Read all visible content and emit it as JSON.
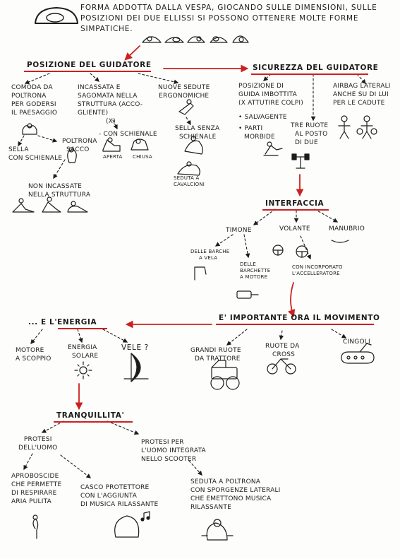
{
  "intro": {
    "lines": [
      "Forma addotta dalla vespa, giocando sulle dimensioni, sulle",
      "posizioni dei due ellissi si possono ottenere molte forme",
      "simpatiche."
    ]
  },
  "colors": {
    "ink": "#1c1c1c",
    "underline": "#cc2020",
    "arrow": "#cc2020"
  },
  "sections": {
    "posizione": {
      "title": "Posizione del guidatore",
      "col1": {
        "lines": [
          "Comoda da",
          "poltrona",
          "per godersi",
          "il paesaggio"
        ]
      },
      "col2": {
        "lines": [
          "Incassata e",
          "sagomata nella",
          "struttura (acco-",
          "gliente)"
        ],
        "mark": "(x)"
      },
      "col2b": "- con schienale",
      "aperta": "aperta",
      "chiusa": "chiusa",
      "col3": {
        "lines": [
          "Nuove sedute",
          "ergonomiche"
        ]
      },
      "sella_schienale": [
        "Sella senza",
        "schienale"
      ],
      "seduta_cavalcioni": [
        "Seduta a",
        "cavalcioni"
      ],
      "sella_con": [
        "Sella",
        "con schienale"
      ],
      "poltrona_sacco": [
        "Poltrona",
        "sacco"
      ],
      "non_incassate": [
        "Non incassate",
        "nella struttura"
      ]
    },
    "sicurezza": {
      "title": "Sicurezza del guidatore",
      "col1": {
        "lines": [
          "Posizione di",
          "guida imbottita",
          "(x attutire colpi)"
        ]
      },
      "salvagente": "• Salvagente",
      "parti": [
        "• Parti",
        "morbide"
      ],
      "tre_ruote": [
        "Tre ruote",
        "al posto",
        "di due"
      ],
      "airbag": [
        "Airbag laterali",
        "anche su di lui",
        "per le cadute"
      ]
    },
    "interfaccia": {
      "title": "Interfaccia",
      "timone": "Timone",
      "volante": "Volante",
      "manubrio": "Manubrio",
      "barche_vela": [
        "Delle barche",
        "a vela"
      ],
      "barchette_motore": [
        "Delle",
        "barchette",
        "a motore"
      ],
      "acceleratore": [
        "Con incorporato",
        "l'accelleratore"
      ]
    },
    "movimento": {
      "title": "E' importante ora il movimento",
      "ruote_trattore": [
        "Grandi ruote",
        "da trattore"
      ],
      "ruote_cross": [
        "Ruote da",
        "cross"
      ],
      "cingoli": "Cingoli"
    },
    "energia": {
      "title": "... E l'energia",
      "motore": [
        "Motore",
        "a scoppio"
      ],
      "solare": [
        "Energia",
        "solare"
      ],
      "vele": "Vele ?"
    },
    "tranquillita": {
      "title": "Tranquillita'",
      "protesi_uomo": [
        "Protesi",
        "dell'uomo"
      ],
      "protesi_integrata": [
        "Protesi per",
        "l'uomo integrata",
        "nello scooter"
      ],
      "proboscide": [
        "Aproboscide",
        "che permette",
        "di respirare",
        "aria pulita"
      ],
      "casco": [
        "Casco protettore",
        "con l'aggiunta",
        "di musica rilassante"
      ],
      "seduta_poltrona": [
        "Seduta a poltrona",
        "con sporgenze laterali",
        "che emettono musica",
        "rilassante"
      ]
    }
  }
}
